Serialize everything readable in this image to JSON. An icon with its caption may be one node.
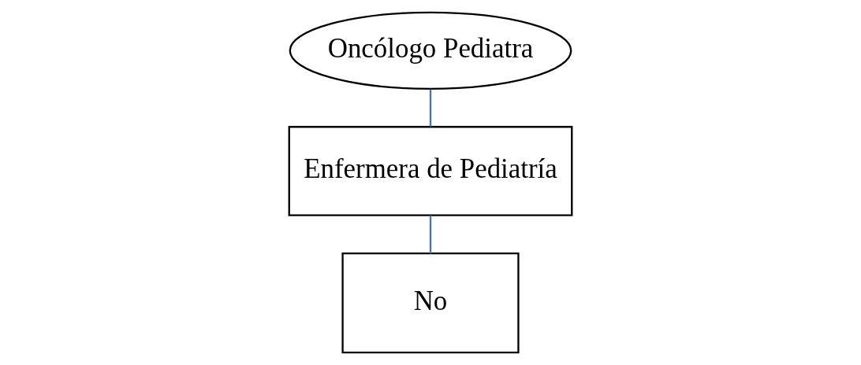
{
  "diagram": {
    "nodes": [
      {
        "text": [
          "Oncólogo Pediatra"
        ]
      },
      {
        "text": [
          "Enfermera de Pediatría"
        ]
      },
      {
        "text": [
          "No"
        ]
      }
    ],
    "edges": [
      {
        "from": 0,
        "to": 1,
        "arrow": "none"
      },
      {
        "from": 1,
        "to": 2,
        "arrow": "none"
      }
    ]
  }
}
